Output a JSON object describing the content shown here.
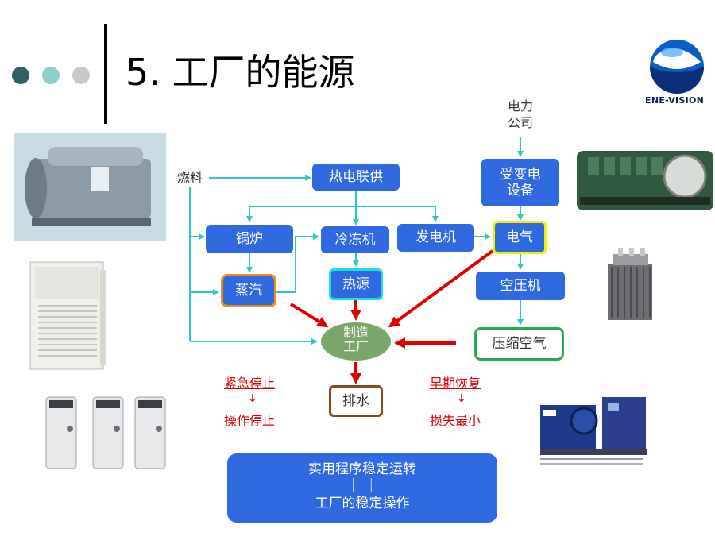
{
  "slide": {
    "title": "5. 工厂的能源",
    "logo_text": "ENE-VISION"
  },
  "diagram": {
    "power_company": [
      "电力",
      "公司"
    ],
    "fuel": "燃料",
    "cogeneration": "热电联供",
    "boiler": "锅炉",
    "chiller": "冷冻机",
    "generator": "发电机",
    "steam": "蒸汽",
    "heat_source": "热源",
    "substation": [
      "受变电",
      "设备"
    ],
    "electricity": "电气",
    "air_compressor": "空压机",
    "compressed_air": "压缩空气",
    "factory": [
      "制造",
      "工厂"
    ],
    "drainage": "排水"
  },
  "notes": {
    "left": [
      "紧急停止",
      "↓",
      "操作停止"
    ],
    "right": [
      "早期恢复",
      "↓",
      "损失最小"
    ]
  },
  "summary": [
    "实用程序稳定运转",
    "｜ ｜",
    "工厂的稳定操作"
  ],
  "colors": {
    "accent_blue": "#2f6ae0",
    "flow_cyan": "#2ec8c8",
    "alert_red": "#e00000",
    "steam_border": "#f08a10",
    "heat_border": "#18e0e0",
    "electric_border": "#f0f000",
    "compressed_border": "#2aa858",
    "drain_border": "#8a4a20",
    "factory_fill": "#7aa66a",
    "dot_dark": "#2f6266",
    "dot_mid": "#8fcfcf",
    "dot_light": "#c8c8c8"
  },
  "icons": [
    "absorption-chiller-image",
    "package-air-conditioner-image",
    "boiler-units-image",
    "generator-engine-image",
    "transformer-image",
    "air-compressor-image",
    "company-globe-logo"
  ]
}
